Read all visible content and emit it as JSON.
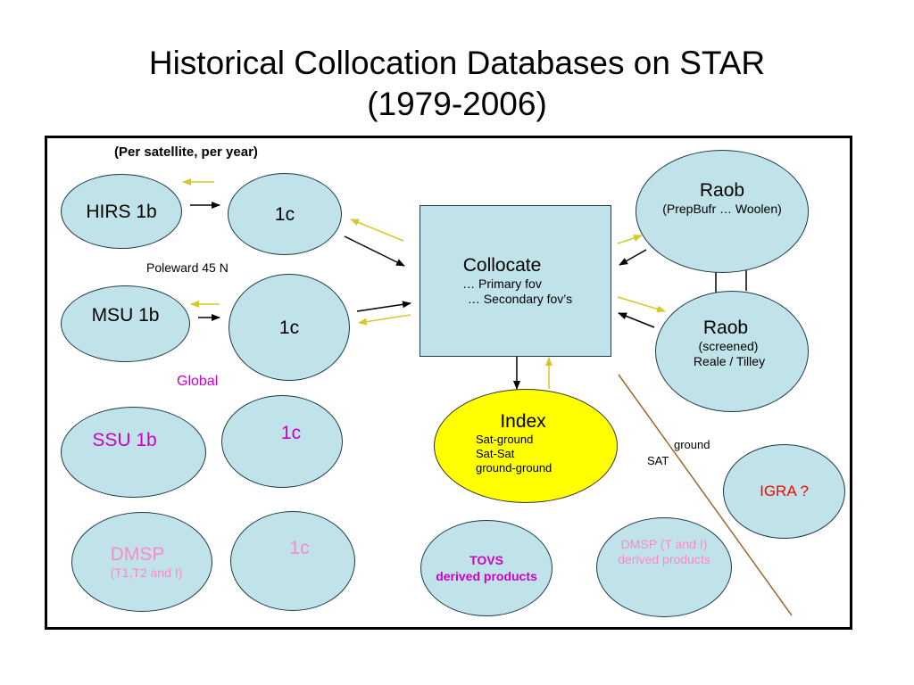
{
  "slide": {
    "title_line1": "Historical Collocation Databases on STAR",
    "title_line2": "(1979-2006)"
  },
  "diagram": {
    "header_note": "(Per satellite, per year)",
    "hirs": {
      "label": "HIRS 1b"
    },
    "hirs_1c": {
      "label": "1c"
    },
    "poleward_note": "Poleward 45 N",
    "msu": {
      "label": "MSU 1b"
    },
    "msu_1c": {
      "label": "1c"
    },
    "global_note": "Global",
    "ssu": {
      "label": "SSU 1b"
    },
    "ssu_1c": {
      "label": "1c"
    },
    "dmsp": {
      "label": "DMSP",
      "sub": "(T1,T2 and I)"
    },
    "dmsp_1c": {
      "label": "1c"
    },
    "collocate": {
      "label": "Collocate",
      "line1": "… Primary fov",
      "line2": "… Secondary fov’s"
    },
    "index": {
      "label": "Index",
      "line1": "Sat-ground",
      "line2": "Sat-Sat",
      "line3": "ground-ground"
    },
    "raob1": {
      "label": "Raob",
      "sub": "(PrepBufr … Woolen)"
    },
    "raob2": {
      "label": "Raob",
      "sub": "(screened)",
      "sub2": "Reale / Tilley"
    },
    "tovs": {
      "line1": "TOVS",
      "line2": "derived products"
    },
    "dmsp_products": {
      "line1": "DMSP (T and I)",
      "line2": "derived products"
    },
    "igra": {
      "label": "IGRA ?"
    },
    "ground_label": "ground",
    "sat_label": "SAT",
    "colors": {
      "node_fill": "#bfe3e8",
      "index_fill": "#ffff00",
      "arrow_black": "#000000",
      "arrow_yellow": "#d4c82a",
      "magenta": "#cc00cc",
      "pink": "#ff88cc",
      "red": "#ff0000",
      "divider": "#9c6a2e"
    }
  }
}
